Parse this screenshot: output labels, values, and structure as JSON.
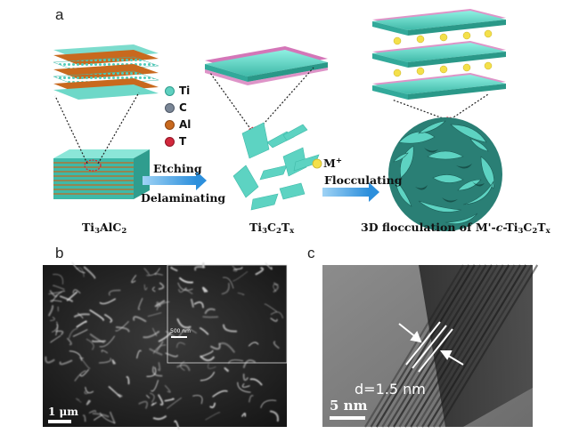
{
  "panels": {
    "a": {
      "letter": "a",
      "legend": [
        {
          "symbol": "Ti",
          "color": "#5fd0c0"
        },
        {
          "symbol": "C",
          "color": "#7a8696"
        },
        {
          "symbol": "Al",
          "color": "#c8691e"
        },
        {
          "symbol": "T",
          "color": "#d2283c"
        }
      ],
      "steps": {
        "etching": "Etching",
        "delaminating": "Delaminating",
        "cation": "M",
        "cation_charge": "+",
        "flocculating": "Flocculating"
      },
      "labels": {
        "max_phase": {
          "main": "Ti",
          "s1": "3",
          "mid": "AlC",
          "s2": "2"
        },
        "mxene": {
          "main": "Ti",
          "s1": "3",
          "mid": "C",
          "s2": "2",
          "end": "T",
          "s3": "x"
        },
        "flocculation": {
          "prefix": "3D flocculation of M'-",
          "italic": "c",
          "rest": "-Ti",
          "s1": "3",
          "mid": "C",
          "s2": "2",
          "end": "T",
          "s3": "x"
        }
      }
    },
    "b": {
      "letter": "b",
      "scale_bar": "1 μm",
      "inset_scale_bar": "500 nm"
    },
    "c": {
      "letter": "c",
      "d_spacing": "d=1.5 nm",
      "scale_bar": "5 nm"
    }
  }
}
